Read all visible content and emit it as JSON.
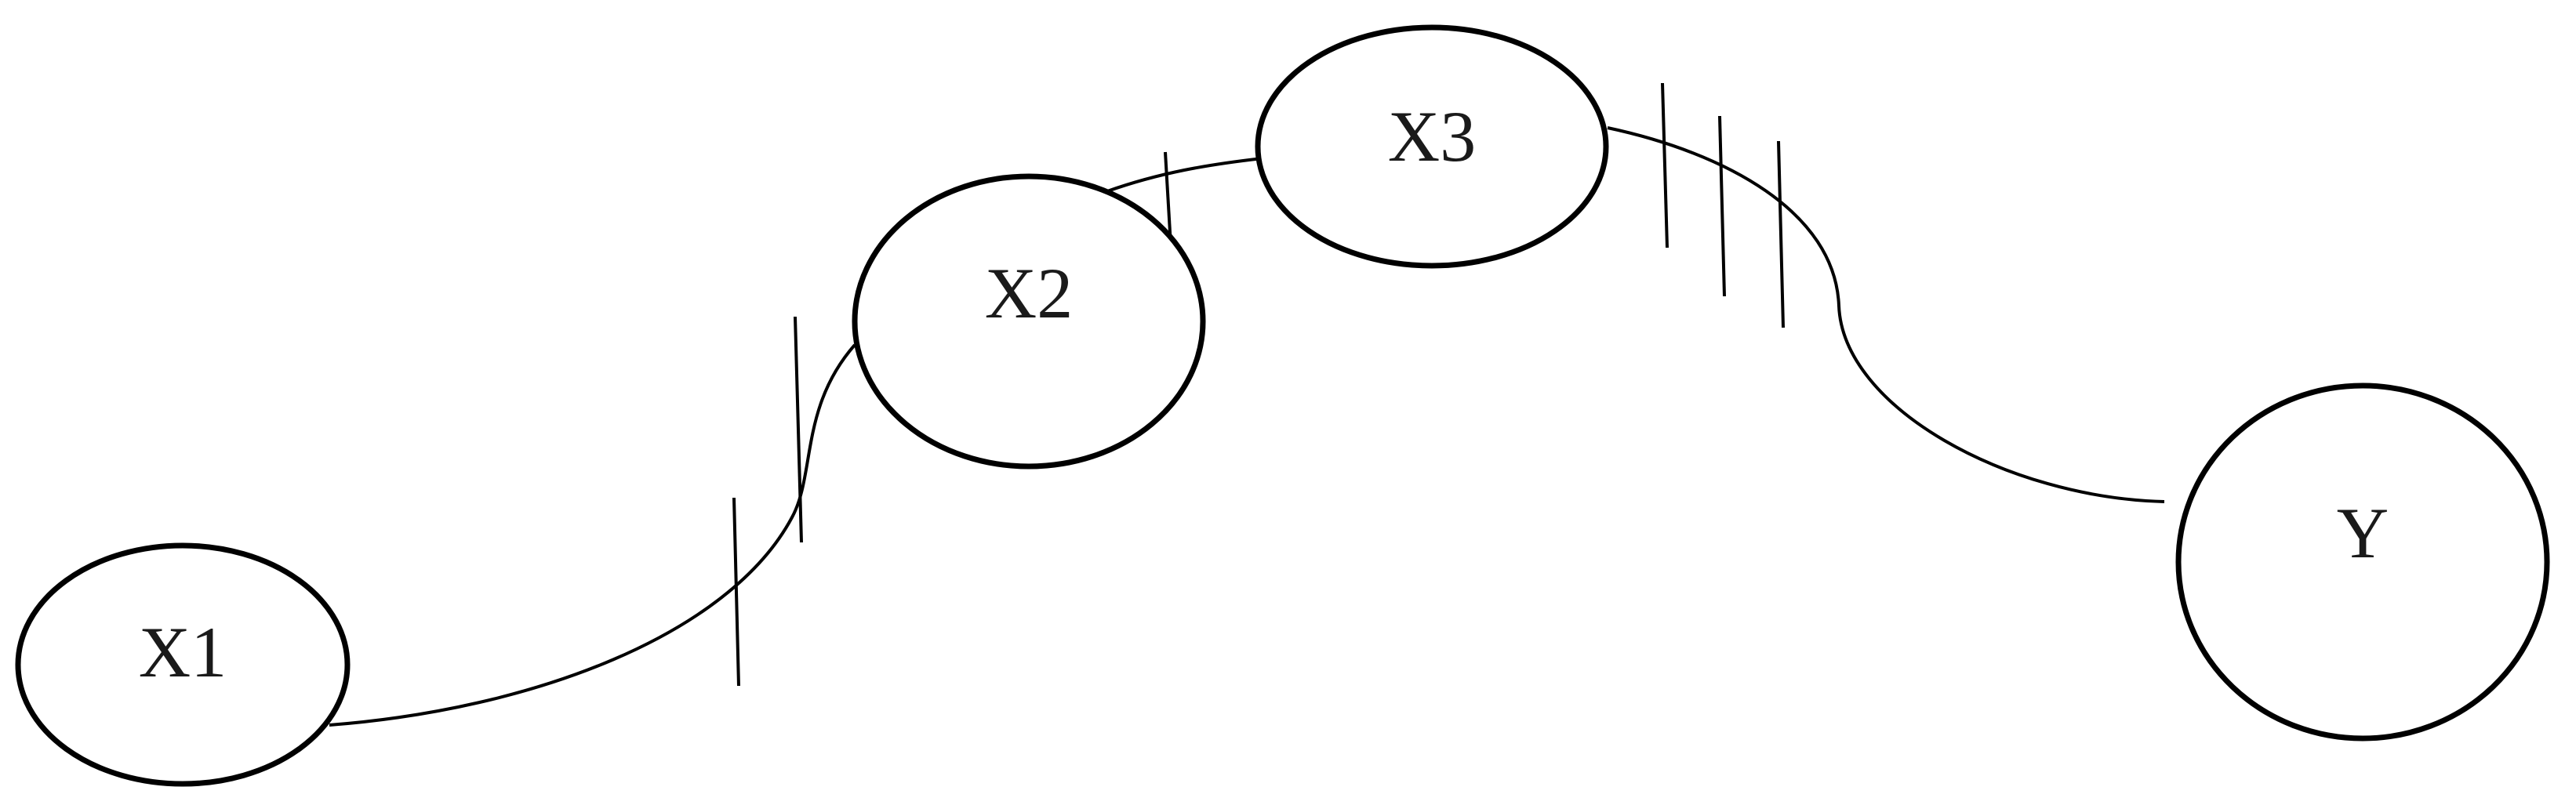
{
  "diagram": {
    "nodes": {
      "x1": {
        "label": "X1"
      },
      "x2": {
        "label": "X2"
      },
      "x3": {
        "label": "X3"
      },
      "y": {
        "label": "Y"
      }
    },
    "edges": [
      {
        "from": "X1",
        "to": "X2",
        "tick_marks": 2
      },
      {
        "from": "X2",
        "to": "X3",
        "tick_marks": 1
      },
      {
        "from": "X3",
        "to": "Y",
        "tick_marks": 3
      }
    ],
    "colors": {
      "stroke": "#000000",
      "background": "#ffffff",
      "label": "#1a1a1a"
    }
  }
}
